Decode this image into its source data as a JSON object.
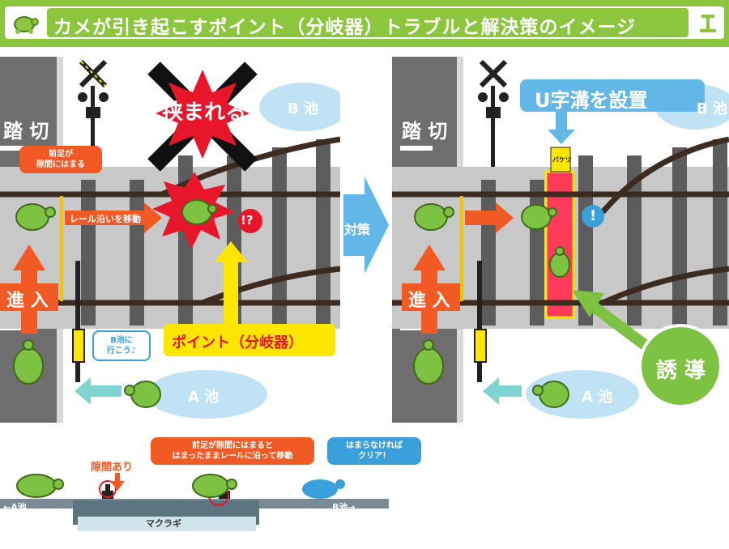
{
  "title": "カメが引き起こすポイント（分岐器）トラブルと解決策のイメージ",
  "left_panel": {
    "crossing_label": "踏 切",
    "pinched_label": "挟まれる",
    "pond_b": "B 池",
    "pond_a": "A 池",
    "front_leg_note": "前足が\n隙間にはまる",
    "move_along_rail": "レール沿いを移動",
    "surprise_mark": "!?",
    "enter_label": "進 入",
    "point_label": "ポイント（分岐器）",
    "speech": "B池に\n行こう♪"
  },
  "middle_arrow": "対策",
  "right_panel": {
    "crossing_label": "踏 切",
    "u_ditch_label": "U字溝を設置",
    "bucket_label": "バケツ",
    "pond_b": "B 池",
    "pond_a": "A 池",
    "enter_label": "進 入",
    "guide_label": "誘 導",
    "exclaim_mark": "!"
  },
  "bottom": {
    "gap_label": "隙間あり",
    "stuck_note": "前足が隙間にはまると\nはまったままレールに沿って移動",
    "clear_note": "はまらなければ\nクリア！",
    "pond_a_left": "←A池",
    "pond_b_right": "B池→",
    "sleeper_label": "マクラギ"
  },
  "colors": {
    "banner": "#8cc63f",
    "orange_arrow": "#f15a24",
    "yellow": "#ffe600",
    "blue_arrow": "#63b7e8",
    "sleeper": "#5c5c5c",
    "rail": "#3d2b1f",
    "turtle": "#7dc242",
    "red_u_ditch": "#ff3b5b"
  },
  "icons": [
    "turtle-icon",
    "rail-icon",
    "crossing-signal-icon",
    "x-mark-icon",
    "burst-icon",
    "exclaim-icon"
  ]
}
